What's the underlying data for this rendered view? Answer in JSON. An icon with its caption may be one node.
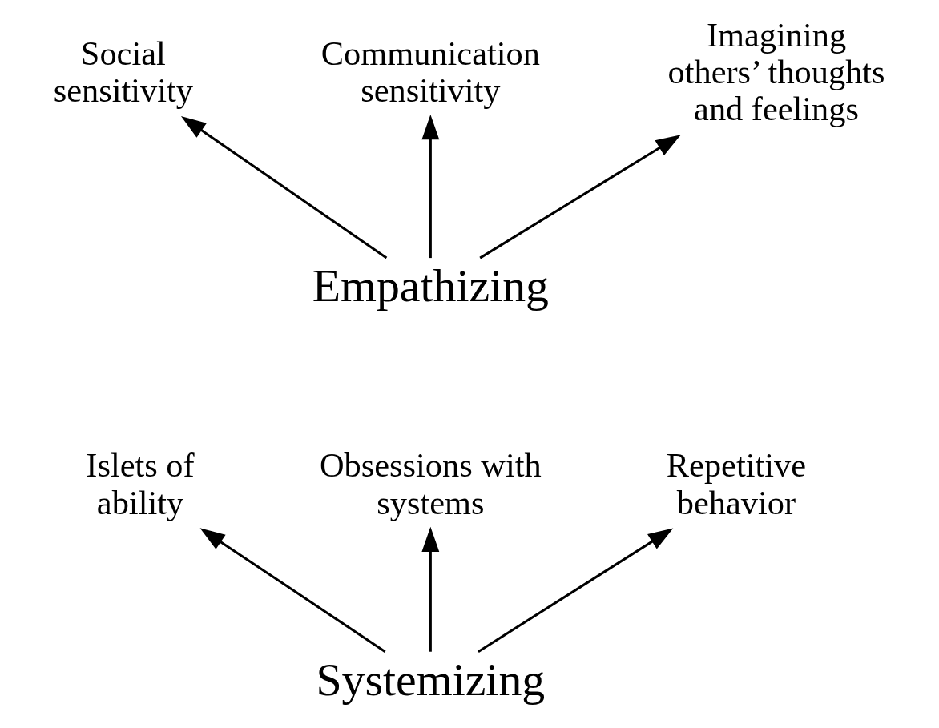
{
  "diagram": {
    "nodes": [
      {
        "text": [
          "Social sensitivity"
        ]
      },
      {
        "text": [
          "Communication sensitivity"
        ]
      },
      {
        "text": [
          "Imagining others’ thoughts and feelings"
        ]
      },
      {
        "text": [
          "Empathizing"
        ]
      },
      {
        "text": [
          "Islets of ability"
        ]
      },
      {
        "text": [
          "Obsessions with systems"
        ]
      },
      {
        "text": [
          "Repetitive behavior"
        ]
      },
      {
        "text": [
          "Systemizing"
        ]
      }
    ],
    "edges": [
      {
        "from": 3,
        "to": 0,
        "arrow": "to"
      },
      {
        "from": 3,
        "to": 1,
        "arrow": "to"
      },
      {
        "from": 3,
        "to": 2,
        "arrow": "to"
      },
      {
        "from": 7,
        "to": 4,
        "arrow": "to"
      },
      {
        "from": 7,
        "to": 5,
        "arrow": "to"
      },
      {
        "from": 7,
        "to": 6,
        "arrow": "to"
      }
    ]
  }
}
